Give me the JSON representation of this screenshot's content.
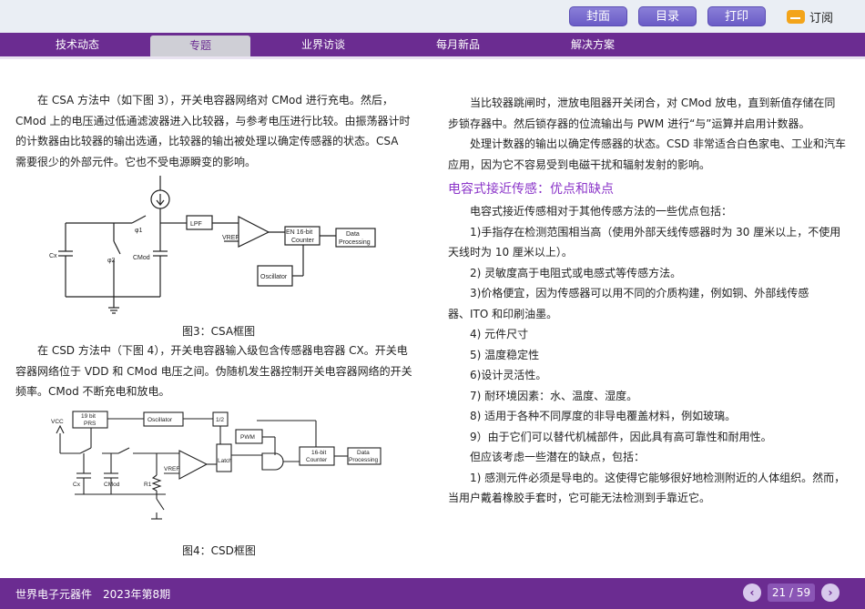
{
  "toolbar": {
    "cover_label": "封面",
    "toc_label": "目录",
    "print_label": "打印",
    "subscribe_label": "订阅"
  },
  "nav": {
    "items": [
      "技术动态",
      "专题",
      "业界访谈",
      "每月新品",
      "解决方案"
    ],
    "active_index": 1
  },
  "left_col": {
    "para1": [
      "在 CSA 方法中（如下图 3），开关电容器网络对 CMod 进行充电。然后，",
      "CMod 上的电压通过低通滤波器进入比较器，与参考电压进行比较。由振荡器计时",
      "的计数器由比较器的输出选通，比较器的输出被处理以确定传感器的状态。CSA",
      "需要很少的外部元件。它也不受电源瞬变的影响。"
    ],
    "fig3": {
      "caption": "图3：CSA框图",
      "labels": {
        "lpf": "LPF",
        "en_counter": "EN 16-bit",
        "counter": "Counter",
        "data_proc1": "Data",
        "data_proc2": "Processing",
        "oscillator": "Oscillator",
        "vref": "VREF",
        "phi1": "φ1",
        "phi2": "φ2",
        "cx": "Cx",
        "cmod": "CMod"
      }
    },
    "para2": [
      "在 CSD 方法中（下图 4），开关电容器输入级包含传感器电容器 CX。开关电",
      "容器网络位于 VDD 和 CMod 电压之间。伪随机发生器控制开关电容器网络的开关",
      "频率。CMod 不断充电和放电。"
    ],
    "fig4": {
      "caption": "图4：CSD框图",
      "labels": {
        "prs1": "19 bit",
        "prs2": "PRS",
        "oscillator": "Oscillator",
        "half": "1/2",
        "pwm": "PWM",
        "counter1": "16-bit",
        "counter2": "Counter",
        "data1": "Data",
        "data2": "Processing",
        "vcc": "VCC",
        "vref": "VREF",
        "latch": "Latch",
        "cx": "Cx",
        "cmod": "CMod",
        "r1": "R1"
      }
    }
  },
  "right_col": {
    "para1": [
      "当比较器跳闸时，泄放电阻器开关闭合，对 CMod 放电，直到新值存储在同",
      "步锁存器中。然后锁存器的位流输出与 PWM 进行“与”运算并启用计数器。"
    ],
    "para2": [
      "处理计数器的输出以确定传感器的状态。CSD 非常适合白色家电、工业和汽车",
      "应用，因为它不容易受到电磁干扰和辐射发射的影响。"
    ],
    "section_title": "电容式接近传感：优点和缺点",
    "list": [
      {
        "text": "电容式接近传感相对于其他传感方法的一些优点包括：",
        "indent": true
      },
      {
        "text": "1)手指存在检测范围相当高（使用外部天线传感器时为 30 厘米以上，不使用",
        "indent": true
      },
      {
        "text": "天线时为 10 厘米以上）。",
        "indent": false
      },
      {
        "text": "2) 灵敏度高于电阻式或电感式等传感方法。",
        "indent": true
      },
      {
        "text": "3)价格便宜，因为传感器可以用不同的介质构建，例如铜、外部线传感",
        "indent": true
      },
      {
        "text": "器、ITO 和印刷油墨。",
        "indent": false
      },
      {
        "text": "4) 元件尺寸",
        "indent": true
      },
      {
        "text": "5) 温度稳定性",
        "indent": true
      },
      {
        "text": "6)设计灵活性。",
        "indent": true
      },
      {
        "text": "7) 耐环境因素：水、温度、湿度。",
        "indent": true
      },
      {
        "text": "8) 适用于各种不同厚度的非导电覆盖材料，例如玻璃。",
        "indent": true
      },
      {
        "text": "9）由于它们可以替代机械部件，因此具有高可靠性和耐用性。",
        "indent": true
      },
      {
        "text": "但应该考虑一些潜在的缺点，包括：",
        "indent": true
      },
      {
        "text": "1) 感测元件必须是导电的。这使得它能够很好地检测附近的人体组织。然而，",
        "indent": true
      },
      {
        "text": "当用户戴着橡胶手套时，它可能无法检测到手靠近它。",
        "indent": false
      }
    ]
  },
  "footer": {
    "text": "世界电子元器件　2023年第8期",
    "page": "21 / 59",
    "prev": "‹",
    "next": "›"
  },
  "colors": {
    "nav_purple": "#6b2c91",
    "section_title": "#8b35c9",
    "button": "#7a6ed0"
  }
}
